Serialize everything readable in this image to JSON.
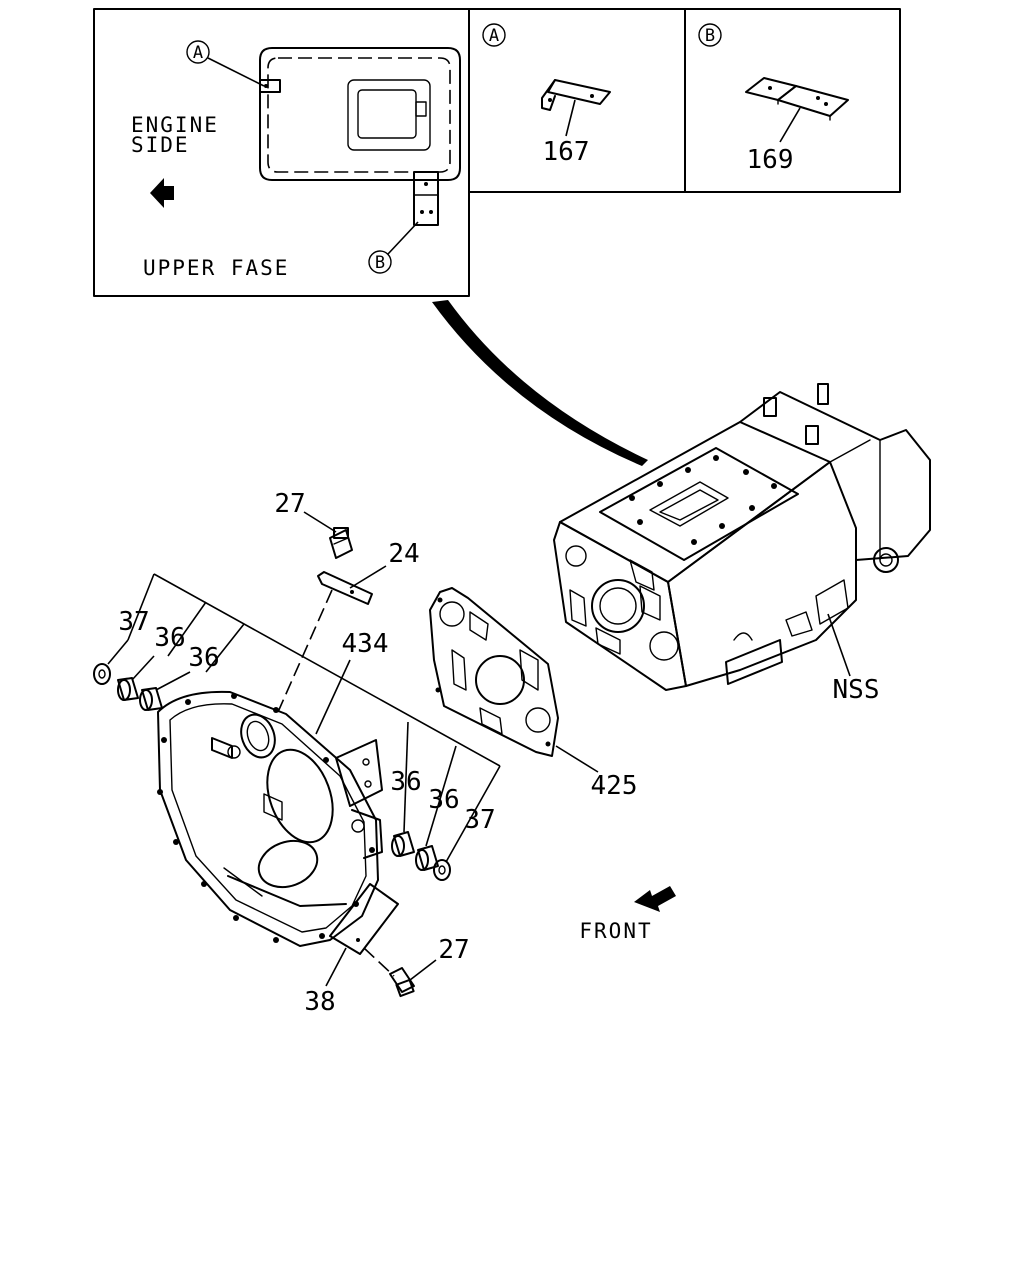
{
  "inset": {
    "callout_a": "A",
    "callout_b": "B",
    "engine_side_line1": "ENGINE",
    "engine_side_line2": "SIDE",
    "upper_face": "UPPER FASE"
  },
  "detail_a": {
    "letter": "A",
    "part_no": "167"
  },
  "detail_b": {
    "letter": "B",
    "part_no": "169"
  },
  "parts": {
    "bolt_top": "27",
    "bracket": "24",
    "washer_left": "37",
    "bushing_left_1": "36",
    "bushing_left_2": "36",
    "flywheel_housing": "434",
    "gasket": "425",
    "bushing_right_1": "36",
    "bushing_right_2": "36",
    "washer_right": "37",
    "bolt_bottom": "27",
    "cover": "38",
    "transmission": "NSS"
  },
  "direction": {
    "front": "FRONT"
  },
  "icons": [
    "left-arrow-icon",
    "front-arrow-icon"
  ]
}
